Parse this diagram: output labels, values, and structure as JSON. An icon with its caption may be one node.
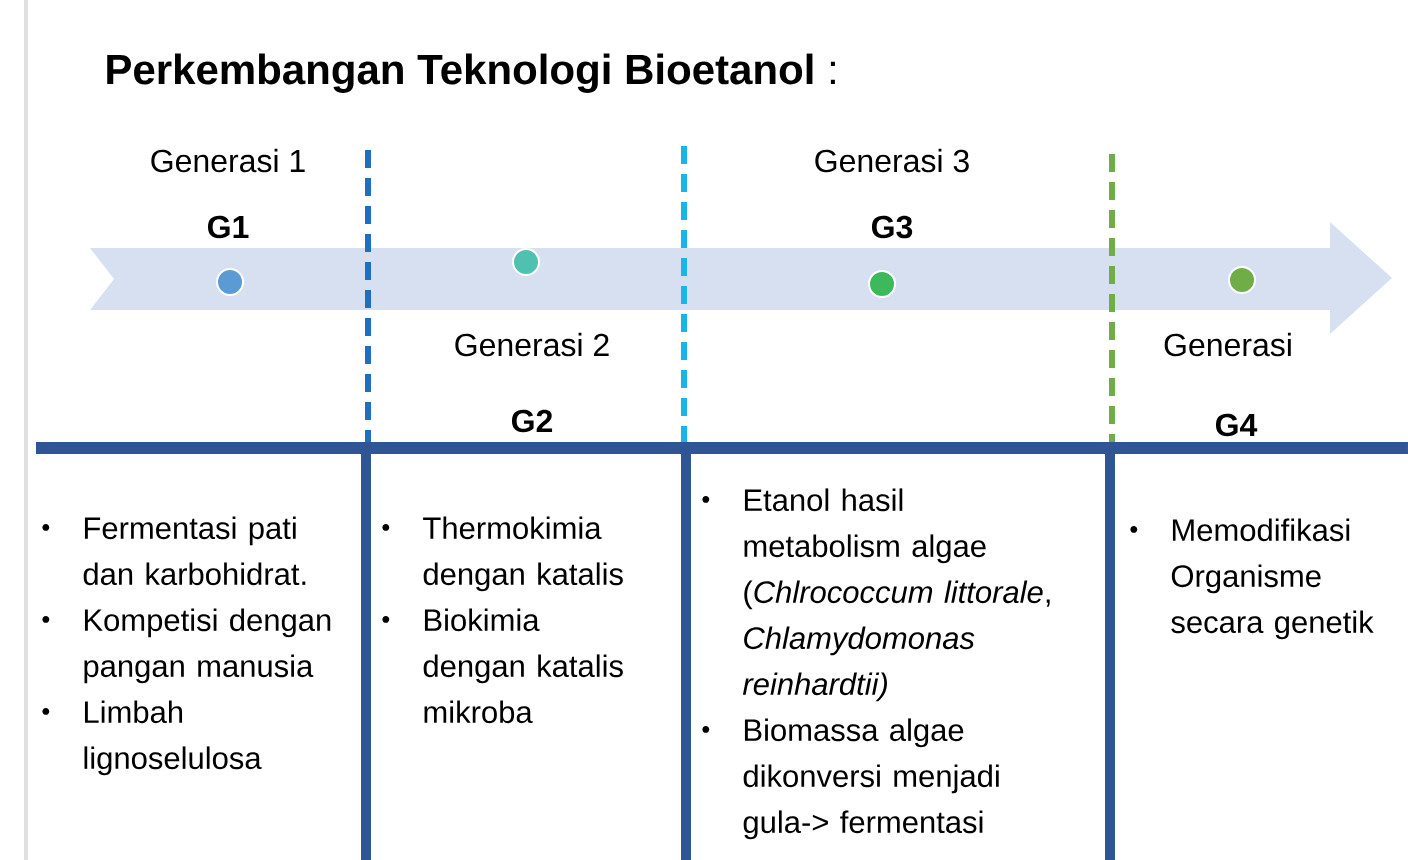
{
  "diagram": {
    "title": "**Perkembangan Teknologi Bioetanol** :",
    "nodes": [
      {
        "text": [
          "Fermentasi pati dan karbohidrat.",
          "Kompetisi dengan pangan manusia",
          "Limbah lignoselulosa"
        ]
      },
      {
        "text": [
          "Thermokimia dengan katalis",
          "Biokimia dengan katalis mikroba"
        ]
      },
      {
        "text": [
          "Etanol hasil metabolism algae (*Chlrococcum littorale*, *Chlamydomonas reinhardtii)*",
          "Biomassa algae dikonversi menjadi gula-> fermentasi"
        ]
      },
      {
        "text": [
          "Memodifikasi Organisme secara genetik"
        ]
      }
    ],
    "labels": [
      "Generasi 1",
      "G1",
      "Generasi 2",
      "G2",
      "Generasi 3",
      "G3",
      "Generasi",
      "G4"
    ]
  }
}
